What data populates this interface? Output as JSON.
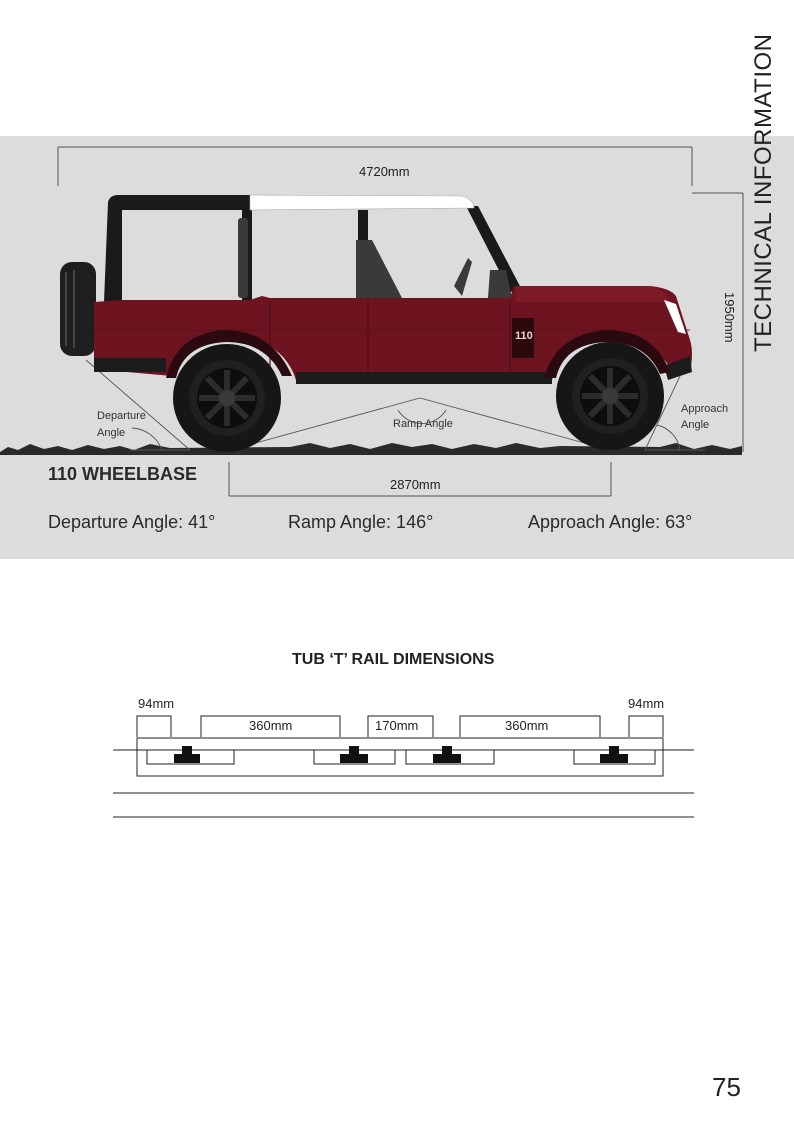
{
  "header": {
    "section_title": "TECHNICAL INFORMATION"
  },
  "vehicle": {
    "length": "4720mm",
    "height": "1950mm",
    "wheelbase_length": "2870mm",
    "wheelbase_title": "110 WHEELBASE",
    "badge": "110",
    "departure_label_1": "Departure",
    "departure_label_2": "Angle",
    "ramp_label": "Ramp Angle",
    "approach_label_1": "Approach",
    "approach_label_2": "Angle",
    "colors": {
      "body": "#6e1420",
      "roof": "#ffffff",
      "frame": "#1a1a1a",
      "background": "#dcdcdc"
    }
  },
  "angles": {
    "departure": "Departure Angle: 41°",
    "ramp": "Ramp Angle: 146°",
    "approach": "Approach Angle: 63°"
  },
  "rail": {
    "title": "TUB ‘T’ RAIL DIMENSIONS",
    "dims": [
      "94mm",
      "360mm",
      "170mm",
      "360mm",
      "94mm"
    ]
  },
  "page_number": "75"
}
